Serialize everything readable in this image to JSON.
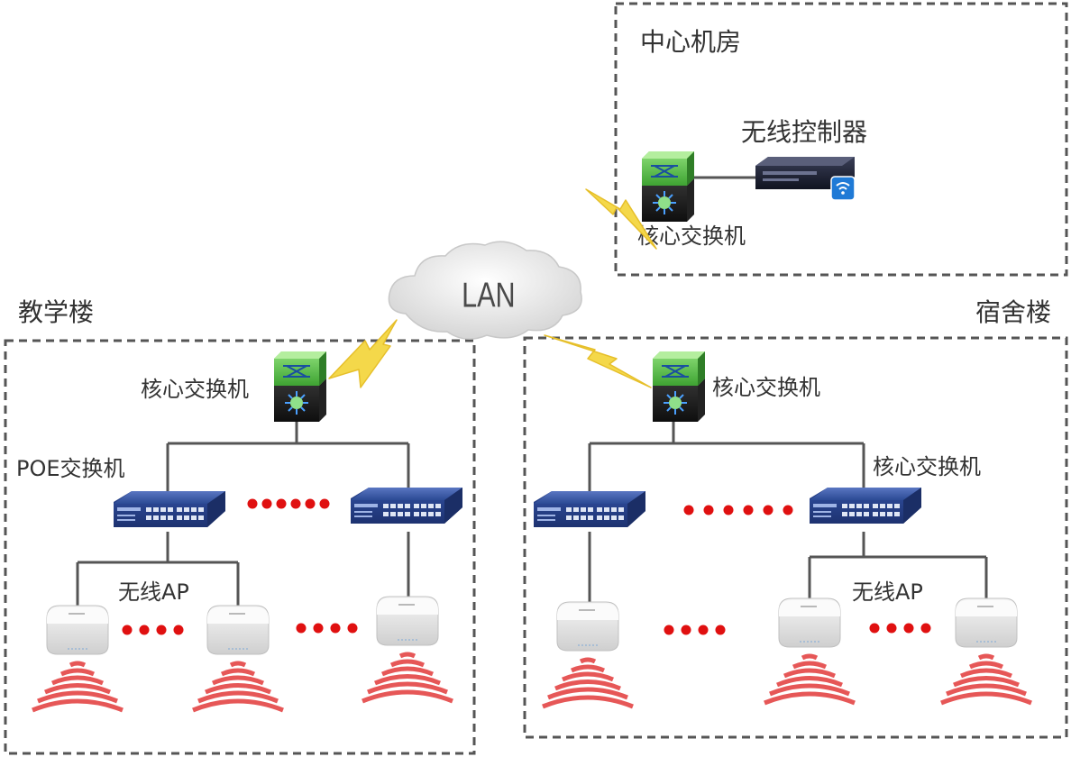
{
  "zones": {
    "center": {
      "title": "中心机房",
      "controller_label": "无线控制器",
      "core_switch_label": "核心交换机"
    },
    "teaching": {
      "title": "教学楼",
      "core_switch_label": "核心交换机",
      "poe_switch_label": "POE交换机",
      "ap_label": "无线AP"
    },
    "dorm": {
      "title": "宿舍楼",
      "core_switch_label": "核心交换机",
      "access_switch_label": "核心交换机",
      "ap_label": "无线AP"
    }
  },
  "cloud": {
    "label": "LAN"
  },
  "colors": {
    "border": "#555555",
    "line": "#555555",
    "dots": "#e01010",
    "signal": "#e23a3a",
    "bolt": "#f2d33a",
    "switch_body": "#2f4f9a",
    "core_top": "#5fc24e",
    "core_bottom": "#1c1c1c"
  }
}
